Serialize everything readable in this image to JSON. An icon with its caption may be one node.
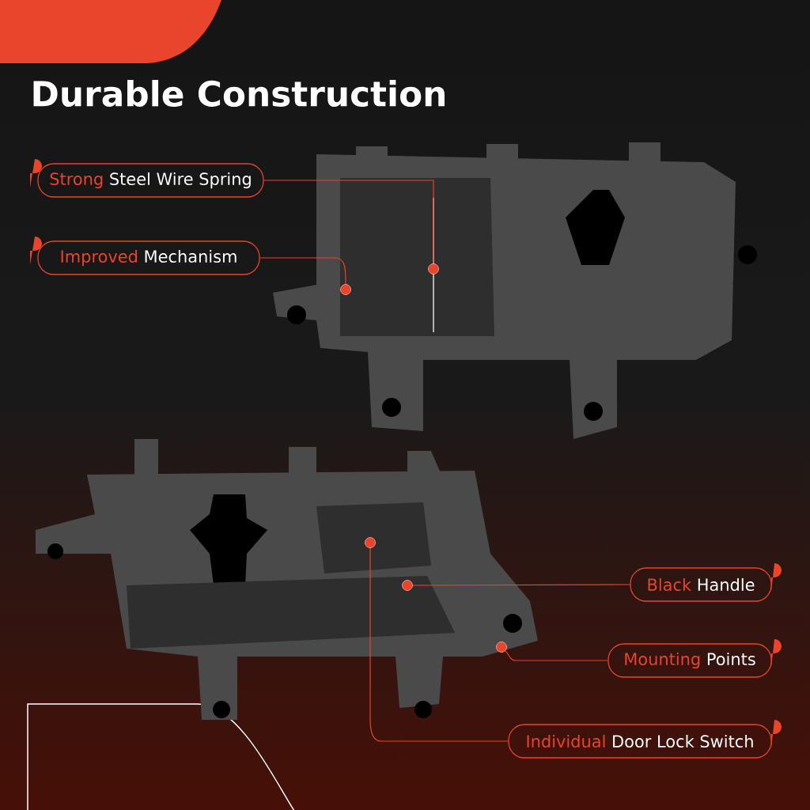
{
  "diagram": {
    "title": "Durable Construction",
    "nodes": [
      {
        "text": [
          "Strong",
          "Steel Wire Spring"
        ]
      },
      {
        "text": [
          "Improved",
          "Mechanism"
        ]
      },
      {
        "text": [
          "Black",
          "Handle"
        ]
      },
      {
        "text": [
          "Mounting",
          "Points"
        ]
      },
      {
        "text": [
          "Individual",
          "Door Lock Switch"
        ]
      },
      {
        "text": [],
        "shape": "circle"
      },
      {
        "text": [],
        "shape": "circle"
      },
      {
        "text": [],
        "shape": "circle"
      },
      {
        "text": [],
        "shape": "circle"
      },
      {
        "text": [],
        "shape": "circle"
      }
    ],
    "edges": [
      {
        "from": 0,
        "to": 5,
        "arrow": "none"
      },
      {
        "from": 1,
        "to": 6,
        "arrow": "none"
      },
      {
        "from": 2,
        "to": 7,
        "arrow": "none"
      },
      {
        "from": 3,
        "to": 8,
        "arrow": "none"
      },
      {
        "from": 4,
        "to": 9,
        "arrow": "none"
      }
    ]
  }
}
